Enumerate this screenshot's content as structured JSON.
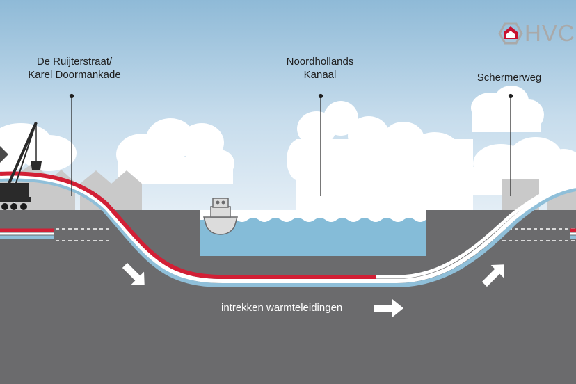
{
  "labels": {
    "left_location": [
      "De Ruijterstraat/",
      "Karel Doormankade"
    ],
    "canal": [
      "Noordhollands",
      "Kanaal"
    ],
    "right_location": "Schermerweg"
  },
  "caption": "intrekken warmteleidingen",
  "logo": {
    "text": "HVC",
    "icon": "hvc-hexagon-logo-icon"
  },
  "colors": {
    "sky": "#c9dfee",
    "ground": "#6b6b6d",
    "water": "#85bcd8",
    "pipe_red": "#d21f35",
    "pipe_blue": "#8fbfd9",
    "pipe_white": "#ffffff",
    "buildings": "#c9c9c9",
    "clouds": "#ffffff"
  },
  "icons": [
    "crane-icon",
    "boat-icon",
    "arrow-down-right-icon",
    "arrow-right-icon",
    "arrow-up-right-icon"
  ]
}
